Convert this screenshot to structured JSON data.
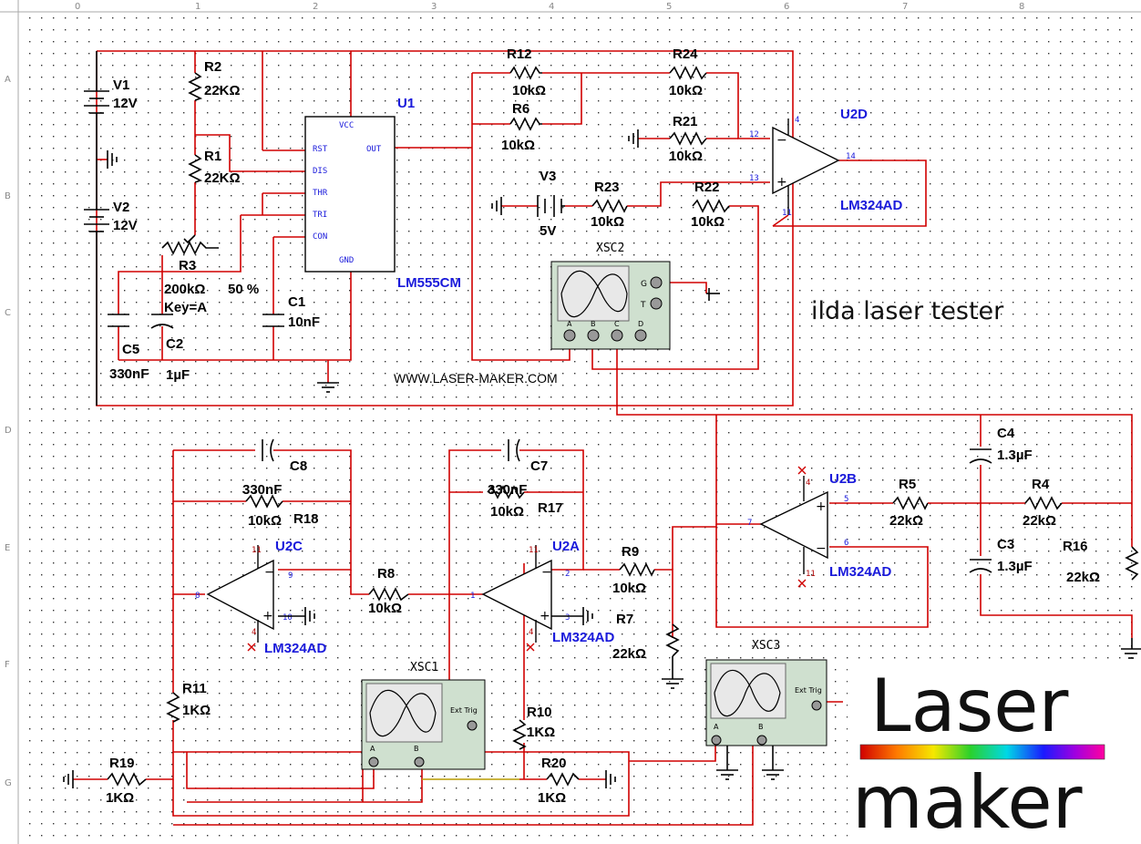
{
  "ruler": {
    "columns": [
      "0",
      "1",
      "2",
      "3",
      "4",
      "5",
      "6",
      "7",
      "8"
    ],
    "rows": [
      "A",
      "B",
      "C",
      "D",
      "E",
      "F",
      "G"
    ]
  },
  "title": "ilda laser tester",
  "website": "WWW.LASER-MAKER.COM",
  "logo": {
    "line1": "Laser",
    "line2": "maker"
  },
  "components": {
    "V1": {
      "name": "V1",
      "value": "12V"
    },
    "V2": {
      "name": "V2",
      "value": "12V"
    },
    "V3": {
      "name": "V3",
      "value": "5V"
    },
    "R1": {
      "name": "R1",
      "value": "22KΩ"
    },
    "R2": {
      "name": "R2",
      "value": "22KΩ"
    },
    "R3": {
      "name": "R3",
      "value": "200kΩ",
      "extra": "50 %",
      "key": "Key=A"
    },
    "C1": {
      "name": "C1",
      "value": "10nF"
    },
    "C2": {
      "name": "C2",
      "value": "1µF"
    },
    "C5": {
      "name": "C5",
      "value": "330nF"
    },
    "U1": {
      "name": "U1",
      "part": "LM555CM",
      "pins": [
        "VCC",
        "RST",
        "OUT",
        "DIS",
        "THR",
        "TRI",
        "CON",
        "GND"
      ]
    },
    "R12": {
      "name": "R12",
      "value": "10kΩ"
    },
    "R24": {
      "name": "R24",
      "value": "10kΩ"
    },
    "R6": {
      "name": "R6",
      "value": "10kΩ"
    },
    "R21": {
      "name": "R21",
      "value": "10kΩ"
    },
    "R23": {
      "name": "R23",
      "value": "10kΩ"
    },
    "R22": {
      "name": "R22",
      "value": "10kΩ"
    },
    "U2D": {
      "name": "U2D",
      "part": "LM324AD"
    },
    "XSC2": {
      "name": "XSC2"
    },
    "C8": {
      "name": "C8",
      "value": "330nF"
    },
    "C7": {
      "name": "C7",
      "value": "330nF"
    },
    "R18": {
      "name": "R18",
      "value": "10kΩ"
    },
    "R17": {
      "name": "R17",
      "value": "10kΩ"
    },
    "U2C": {
      "name": "U2C",
      "part": "LM324AD"
    },
    "U2A": {
      "name": "U2A",
      "part": "LM324AD"
    },
    "R8": {
      "name": "R8",
      "value": "10kΩ"
    },
    "R9": {
      "name": "R9",
      "value": "10kΩ"
    },
    "R7": {
      "name": "R7",
      "value": "22kΩ"
    },
    "U2B": {
      "name": "U2B",
      "part": "LM324AD"
    },
    "R5": {
      "name": "R5",
      "value": "22kΩ"
    },
    "R4": {
      "name": "R4",
      "value": "22kΩ"
    },
    "R16": {
      "name": "R16",
      "value": "22kΩ"
    },
    "C4": {
      "name": "C4",
      "value": "1.3µF"
    },
    "C3": {
      "name": "C3",
      "value": "1.3µF"
    },
    "R11": {
      "name": "R11",
      "value": "1KΩ"
    },
    "R10": {
      "name": "R10",
      "value": "1KΩ"
    },
    "R19": {
      "name": "R19",
      "value": "1KΩ"
    },
    "R20": {
      "name": "R20",
      "value": "1KΩ"
    },
    "XSC1": {
      "name": "XSC1"
    },
    "XSC3": {
      "name": "XSC3"
    }
  },
  "scope_labels": {
    "a": "A",
    "b": "B",
    "c": "C",
    "d": "D",
    "g": "G",
    "t": "T",
    "ext": "Ext Trig"
  },
  "opamp_pins": {
    "u2d": [
      "4",
      "12",
      "13",
      "14",
      "11"
    ],
    "u2c": [
      "9",
      "8",
      "10",
      "4",
      "11"
    ],
    "u2a": [
      "2",
      "1",
      "3",
      "4",
      "11"
    ],
    "u2b": [
      "5",
      "7",
      "6",
      "4",
      "11"
    ]
  },
  "colors": {
    "wire": "#d00000",
    "designator": "#1a1adb",
    "scope_body": "#cfe0cf",
    "grid_dot": "#333333"
  }
}
